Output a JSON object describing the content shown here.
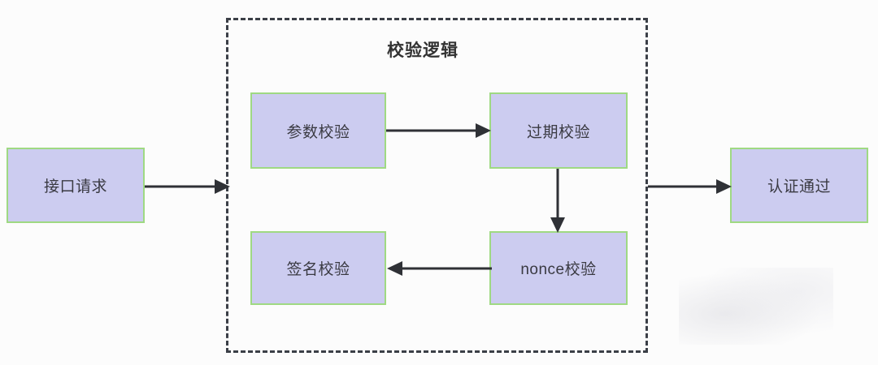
{
  "diagram": {
    "title_group": "校验逻辑",
    "nodes": {
      "request": "接口请求",
      "param_check": "参数校验",
      "expiry_check": "过期校验",
      "nonce_check": "nonce校验",
      "sign_check": "签名校验",
      "auth_pass": "认证通过"
    },
    "colors": {
      "node_fill": "#ccccf0",
      "node_border": "#9fd983",
      "edge": "#2f3136",
      "group_border": "#3b3f47",
      "background": "#fcfcfc",
      "text": "#3a3a42"
    },
    "edges": [
      {
        "name": "request-to-group",
        "from": "接口请求",
        "to": "校验逻辑",
        "direction": "right"
      },
      {
        "name": "param-to-expiry",
        "from": "参数校验",
        "to": "过期校验",
        "direction": "right"
      },
      {
        "name": "expiry-to-nonce",
        "from": "过期校验",
        "to": "nonce校验",
        "direction": "down"
      },
      {
        "name": "nonce-to-sign",
        "from": "nonce校验",
        "to": "签名校验",
        "direction": "left"
      },
      {
        "name": "group-to-auth",
        "from": "校验逻辑",
        "to": "认证通过",
        "direction": "right"
      }
    ]
  }
}
